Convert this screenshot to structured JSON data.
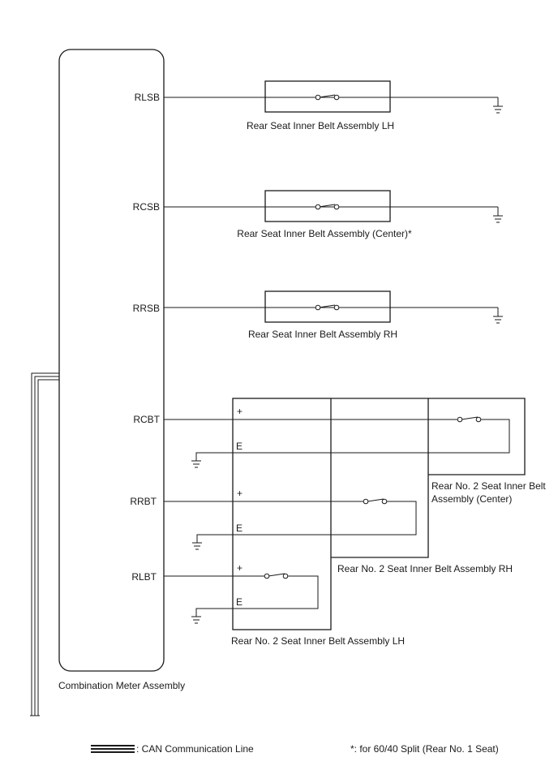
{
  "meter": {
    "label": "Combination Meter Assembly"
  },
  "terminals": {
    "rlsb": "RLSB",
    "rcsb": "RCSB",
    "rrsb": "RRSB",
    "rcbt": "RCBT",
    "rrbt": "RRBT",
    "rlbt": "RLBT"
  },
  "rear_seat_belts": {
    "lh": "Rear Seat Inner Belt Assembly LH",
    "center": "Rear Seat Inner Belt Assembly (Center)*",
    "rh": "Rear Seat Inner Belt Assembly RH"
  },
  "no2_seat_belts": {
    "center_line1": "Rear No. 2 Seat Inner Belt",
    "center_line2": "Assembly (Center)",
    "rh": "Rear No. 2 Seat Inner Belt Assembly RH",
    "lh": "Rear No. 2 Seat Inner Belt Assembly LH"
  },
  "pins": {
    "plus": "+",
    "e": "E"
  },
  "legend": {
    "can_line": ": CAN Communication Line",
    "footnote": "*: for 60/40 Split (Rear No. 1 Seat)"
  }
}
